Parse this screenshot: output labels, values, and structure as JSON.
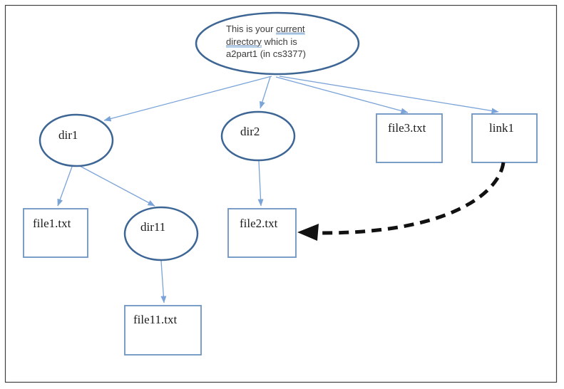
{
  "canvas": {
    "background": "#ffffff",
    "border_color": "#404040"
  },
  "root_node": {
    "line1_prefix": "This is your ",
    "line1_underlined": "current",
    "line2_underlined": "directory",
    "line2_suffix": " which is",
    "line3": "a2part1 (in cs3377)"
  },
  "nodes": {
    "dir1": "dir1",
    "dir2": "dir2",
    "dir11": "dir11",
    "file1": "file1.txt",
    "file2": "file2.txt",
    "file3": "file3.txt",
    "file11": "file11.txt",
    "link1": "link1"
  },
  "edges": [
    "root->dir1",
    "root->dir2",
    "root->file3.txt",
    "root->link1",
    "dir1->file1.txt",
    "dir1->dir11",
    "dir11->file11.txt",
    "dir2->file2.txt",
    "link1-->file2.txt (dashed symlink)"
  ],
  "colors": {
    "ellipse_stroke": "#3d6695",
    "rect_stroke": "#6b93c1",
    "connector": "#7aa3d8",
    "link_arrow": "#111111",
    "underline": "#4a7ebb",
    "node_text": "#1c1c1c",
    "root_text": "#3b3b3b"
  }
}
